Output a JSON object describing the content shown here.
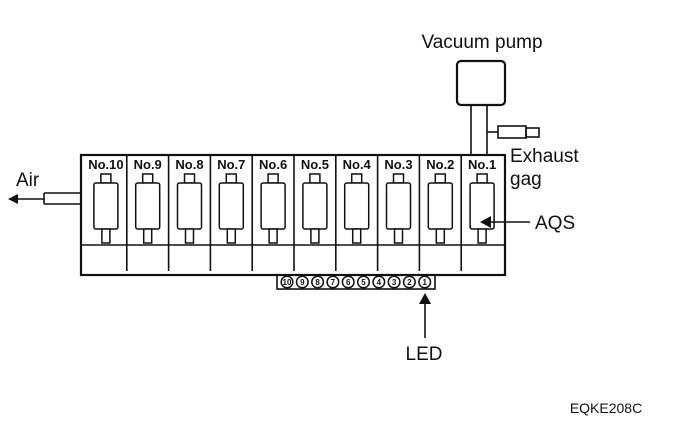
{
  "labels": {
    "vacuum_pump": "Vacuum pump",
    "exhaust_line1": "Exhaust",
    "exhaust_line2": "gag",
    "air": "Air",
    "aqs": "AQS",
    "led": "LED",
    "figure_code": "EQKE208C"
  },
  "slots": [
    "No.10",
    "No.9",
    "No.8",
    "No.7",
    "No.6",
    "No.5",
    "No.4",
    "No.3",
    "No.2",
    "No.1"
  ],
  "led_numbers": [
    "10",
    "9",
    "8",
    "7",
    "6",
    "5",
    "4",
    "3",
    "2",
    "1"
  ]
}
